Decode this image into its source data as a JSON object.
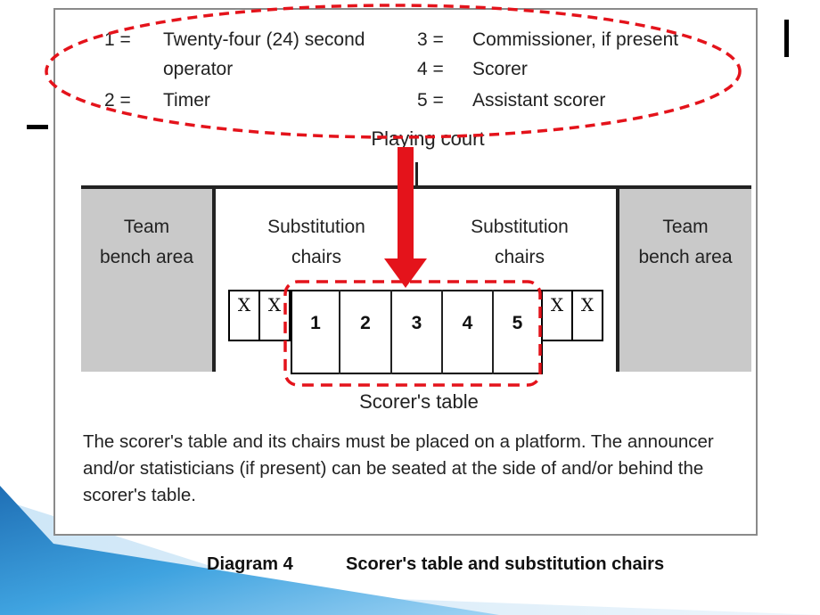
{
  "legend": [
    {
      "num": "1 =",
      "text": "Twenty-four (24) second",
      "text2": "operator"
    },
    {
      "num": "2 =",
      "text": "Timer"
    },
    {
      "num": "3 =",
      "text": "Commissioner, if present"
    },
    {
      "num": "4 =",
      "text": "Scorer"
    },
    {
      "num": "5 =",
      "text": "Assistant scorer"
    }
  ],
  "court_label": "Playing court",
  "areas": {
    "team_left": [
      "Team",
      "bench area"
    ],
    "subs_left": [
      "Substitution",
      "chairs"
    ],
    "subs_right": [
      "Substitution",
      "chairs"
    ],
    "team_right": [
      "Team",
      "bench area"
    ]
  },
  "seats": [
    "1",
    "2",
    "3",
    "4",
    "5"
  ],
  "chair_mark": "X",
  "table_label": "Scorer's table",
  "note": "The scorer's table and its chairs must be placed on a platform. The announcer and/or statisticians (if present) can be seated at the side of and/or behind the scorer's table.",
  "caption": {
    "number": "Diagram 4",
    "title": "Scorer's table and substitution chairs"
  },
  "colors": {
    "highlight": "#e4131b",
    "area_fill": "#c9c9c9",
    "slide_blue": "#2d8fd0"
  }
}
